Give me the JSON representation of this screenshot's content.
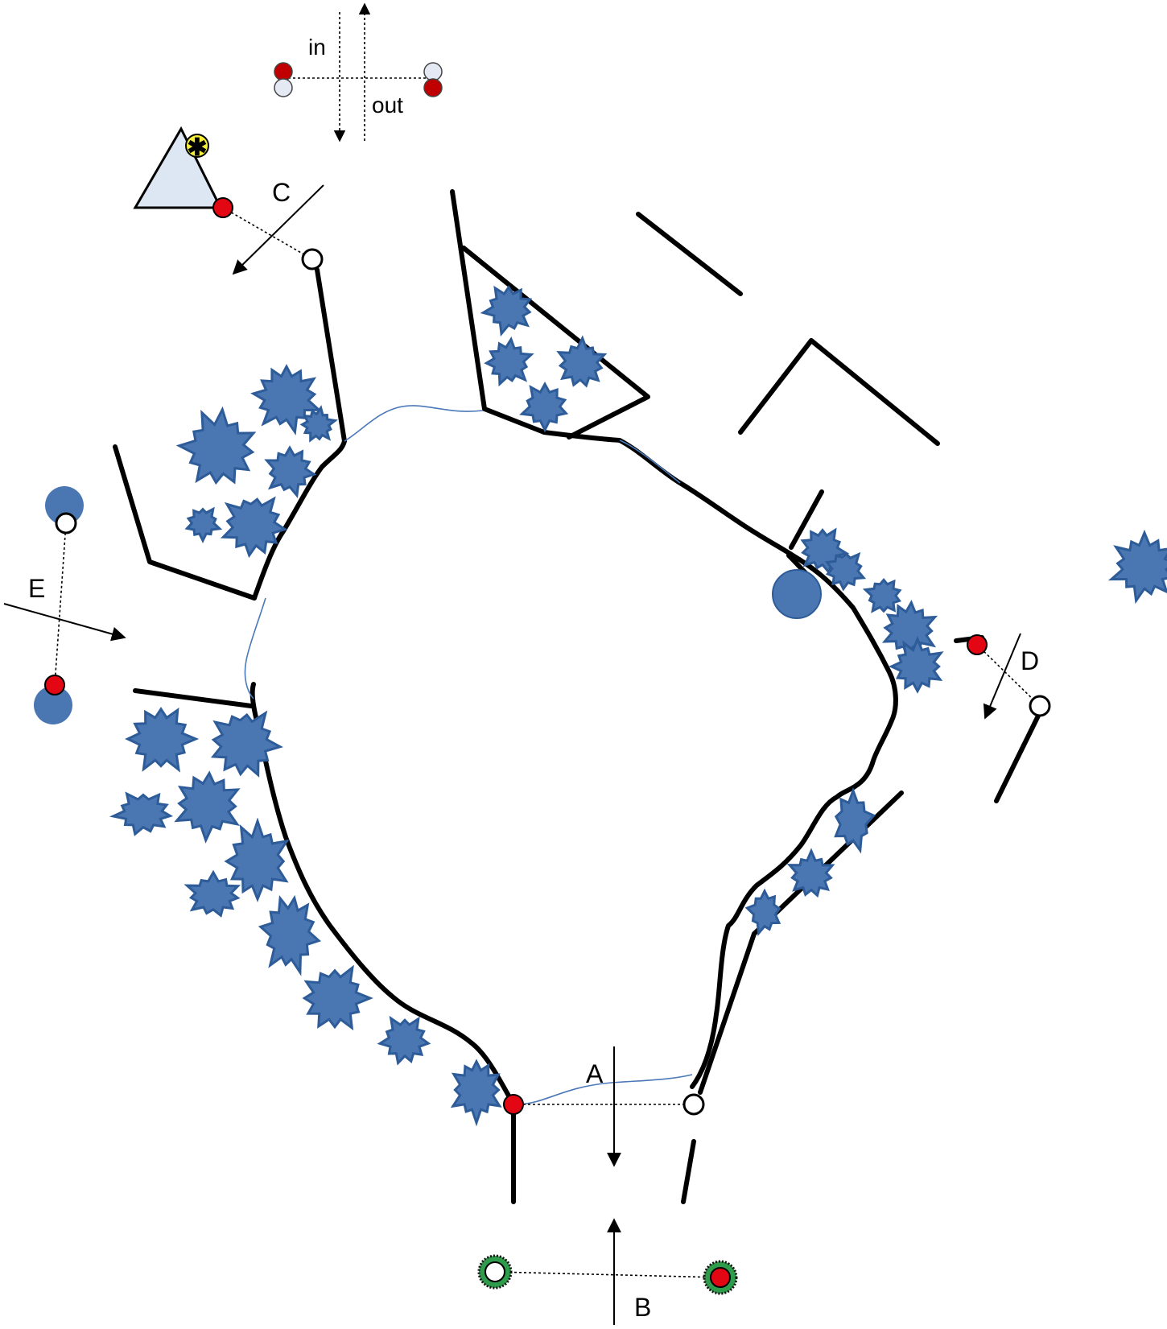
{
  "colors": {
    "blob": "#4a76b2",
    "blob_stroke": "#2d5c99",
    "red_dot": "#e30613",
    "dark_red_dot": "#c00000",
    "pale_dot": "#e4e9f4",
    "triangle_fill": "#dde6f3",
    "yellow_marker": "#f5ef3a",
    "green_ring": "#2e9c4a",
    "line": "#000000",
    "thin_line": "#4a78b8"
  },
  "labels": {
    "legend_in": "in",
    "legend_out": "out",
    "A": "A",
    "B": "B",
    "C": "C",
    "D": "D",
    "E": "E",
    "triangle_marker": "✱"
  },
  "icons": {
    "triangle": "triangle-icon",
    "marker": "asterisk-marker-icon",
    "arrow": "arrow-icon",
    "blob": "star-blob-icon"
  }
}
